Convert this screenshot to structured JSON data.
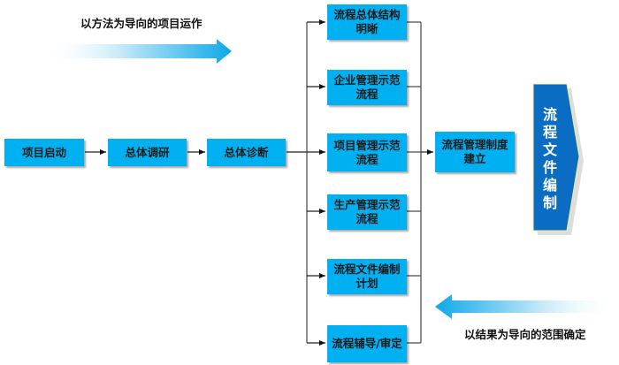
{
  "top_caption": "以方法为导向的项目运作",
  "bottom_caption": "以结果为导向的范围确定",
  "colors": {
    "box": "#00b0f0",
    "chevron": "#0b6cc4",
    "arrow_gradient_end": "#0ea8e8",
    "line": "#222222"
  },
  "main_flow": [
    {
      "label": "项目启动"
    },
    {
      "label": "总体调研"
    },
    {
      "label": "总体诊断"
    }
  ],
  "branches": [
    {
      "label": "流程总体结构明晰"
    },
    {
      "label": "企业管理示范流程"
    },
    {
      "label": "项目管理示范流程"
    },
    {
      "label": "生产管理示范流程"
    },
    {
      "label": "流程文件编制计划"
    },
    {
      "label": "流程辅导/审定"
    }
  ],
  "result_box": {
    "label": "流程管理制度建立"
  },
  "chevron": {
    "label": "流程文件编制"
  }
}
